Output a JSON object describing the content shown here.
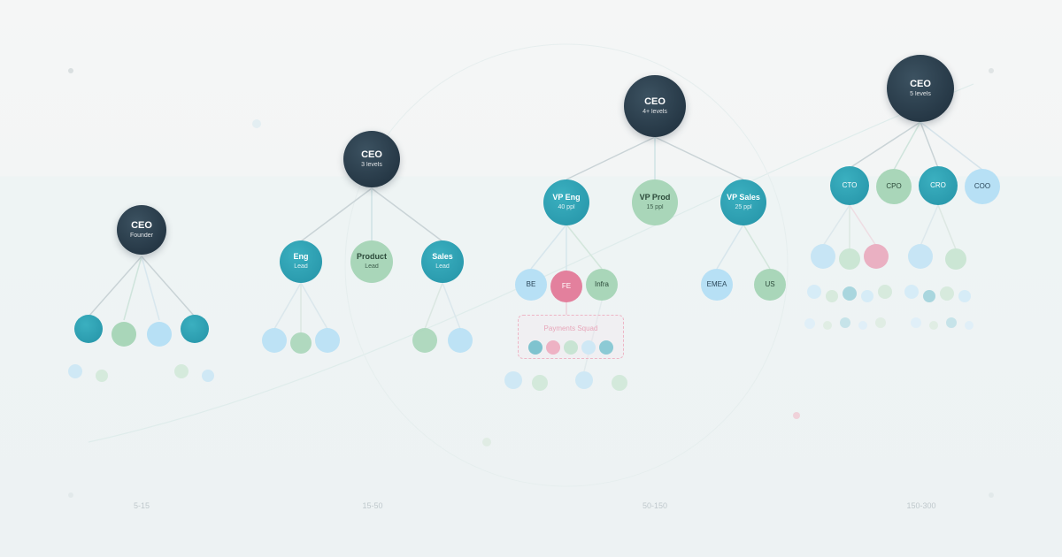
{
  "colors": {
    "dark": "#263846",
    "teal": "#2a9aad",
    "sage": "#a9d6b9",
    "sky": "#b7e0f5",
    "pink": "#e3809d",
    "edge": "#c9d3d6"
  },
  "stages": [
    {
      "range": "5-15",
      "root": {
        "title": "CEO",
        "sub": "Founder"
      }
    },
    {
      "range": "15-50",
      "root": {
        "title": "CEO",
        "sub": "3 levels"
      },
      "leads": [
        {
          "title": "Eng",
          "sub": "Lead"
        },
        {
          "title": "Product",
          "sub": "Lead"
        },
        {
          "title": "Sales",
          "sub": "Lead"
        }
      ]
    },
    {
      "range": "50-150",
      "root": {
        "title": "CEO",
        "sub": "4+ levels"
      },
      "vps": [
        {
          "title": "VP Eng",
          "sub": "40 ppl"
        },
        {
          "title": "VP Prod",
          "sub": "15 ppl"
        },
        {
          "title": "VP Sales",
          "sub": "25 ppl"
        }
      ],
      "teams": [
        "BE",
        "FE",
        "Infra",
        "EMEA",
        "US"
      ],
      "squad": "Payments Squad"
    },
    {
      "range": "150-300",
      "root": {
        "title": "CEO",
        "sub": "5 levels"
      },
      "execs": [
        "CTO",
        "CPO",
        "CRO",
        "COO"
      ]
    }
  ]
}
